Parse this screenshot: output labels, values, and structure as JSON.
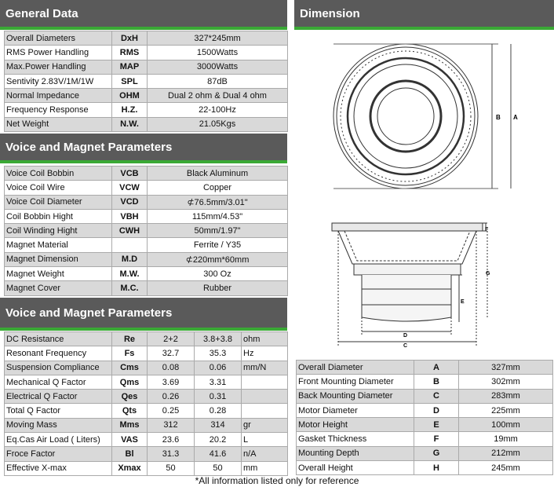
{
  "headers": {
    "general": "General Data",
    "voice1": "Voice and Magnet Parameters",
    "voice2": "Voice and Magnet Parameters",
    "dimension": "Dimension"
  },
  "general_rows": [
    [
      "Overall Diameters",
      "DxH",
      "327*245mm"
    ],
    [
      "RMS Power Handling",
      "RMS",
      "1500Watts"
    ],
    [
      "Max.Power Handling",
      "MAP",
      "3000Watts"
    ],
    [
      "Sentivity 2.83V/1M/1W",
      "SPL",
      "87dB"
    ],
    [
      "Normal Impedance",
      "OHM",
      "Dual 2 ohm & Dual 4 ohm"
    ],
    [
      "Frequency Response",
      "H.Z.",
      "22-100Hz"
    ],
    [
      "Net Weight",
      "N.W.",
      "21.05Kgs"
    ]
  ],
  "voice_rows": [
    [
      "Voice Coil Bobbin",
      "VCB",
      "Black Aluminum"
    ],
    [
      "Voice Coil Wire",
      "VCW",
      "Copper"
    ],
    [
      "Voice Coil Diameter",
      "VCD",
      "⊄76.5mm/3.01\""
    ],
    [
      "Coil Bobbin Hight",
      "VBH",
      "115mm/4.53\""
    ],
    [
      "Coil Winding Hight",
      "CWH",
      "50mm/1.97\""
    ],
    [
      "Magnet Material",
      "",
      "Ferrite / Y35"
    ],
    [
      "Magnet Dimension",
      "M.D",
      "⊄220mm*60mm"
    ],
    [
      "Magnet Weight",
      "M.W.",
      "300 Oz"
    ],
    [
      "Magnet Cover",
      "M.C.",
      "Rubber"
    ]
  ],
  "ts_rows": [
    [
      "DC Resistance",
      "Re",
      "2+2",
      "3.8+3.8",
      "ohm"
    ],
    [
      "Resonant Frequency",
      "Fs",
      "32.7",
      "35.3",
      "Hz"
    ],
    [
      "Suspension Compliance",
      "Cms",
      "0.08",
      "0.06",
      "mm/N"
    ],
    [
      "Mechanical Q Factor",
      "Qms",
      "3.69",
      "3.31",
      ""
    ],
    [
      "Electrical Q Factor",
      "Qes",
      "0.26",
      "0.31",
      ""
    ],
    [
      "Total Q Factor",
      "Qts",
      "0.25",
      "0.28",
      ""
    ],
    [
      "Moving Mass",
      "Mms",
      "312",
      "314",
      "gr"
    ],
    [
      "Eq.Cas Air Load ( Liters)",
      "VAS",
      "23.6",
      "20.2",
      "L"
    ],
    [
      "Froce Factor",
      "Bl",
      "31.3",
      "41.6",
      "n/A"
    ],
    [
      "Effective X-max",
      "Xmax",
      "50",
      "50",
      "mm"
    ]
  ],
  "dim_rows": [
    [
      "Overall Diameter",
      "A",
      "327mm"
    ],
    [
      "Front Mounting Diameter",
      "B",
      "302mm"
    ],
    [
      "Back Mounting Diameter",
      "C",
      "283mm"
    ],
    [
      "Motor Diameter",
      "D",
      "225mm"
    ],
    [
      "Motor Height",
      "E",
      "100mm"
    ],
    [
      "Gasket Thickness",
      "F",
      "19mm"
    ],
    [
      "Mounting Depth",
      "G",
      "212mm"
    ],
    [
      "Overall Height",
      "H",
      "245mm"
    ]
  ],
  "drawing_labels": {
    "a": "A",
    "b": "B",
    "c": "C",
    "d": "D",
    "e": "E",
    "f": "F",
    "g": "G"
  },
  "note": "*All information listed only for reference"
}
